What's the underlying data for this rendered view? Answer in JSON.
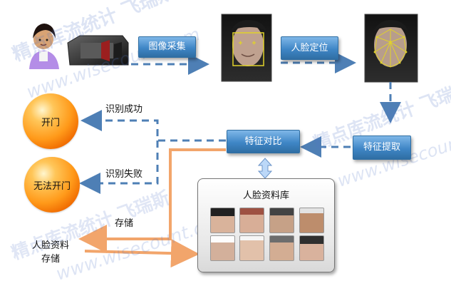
{
  "labels": {
    "image_capture": "图像采集",
    "face_locate": "人脸定位",
    "feature_extract": "特征提取",
    "feature_compare": "特征对比",
    "face_db": "人脸资料库",
    "open_door": "开门",
    "no_open_door": "无法开门",
    "recognize_success": "识别成功",
    "recognize_fail": "识别失败",
    "store": "存储",
    "face_data_store_line1": "人脸资料",
    "face_data_store_line2": "存储"
  },
  "watermarks": [
    "精点库流统计 飞瑞斯",
    "www.wisecount.com"
  ],
  "colors": {
    "blue_box": "#3f86c6",
    "dashed_arrow": "#4e7fb5",
    "orange_arrow": "#f2a56b",
    "orb_orange": "#ff9a1a"
  }
}
